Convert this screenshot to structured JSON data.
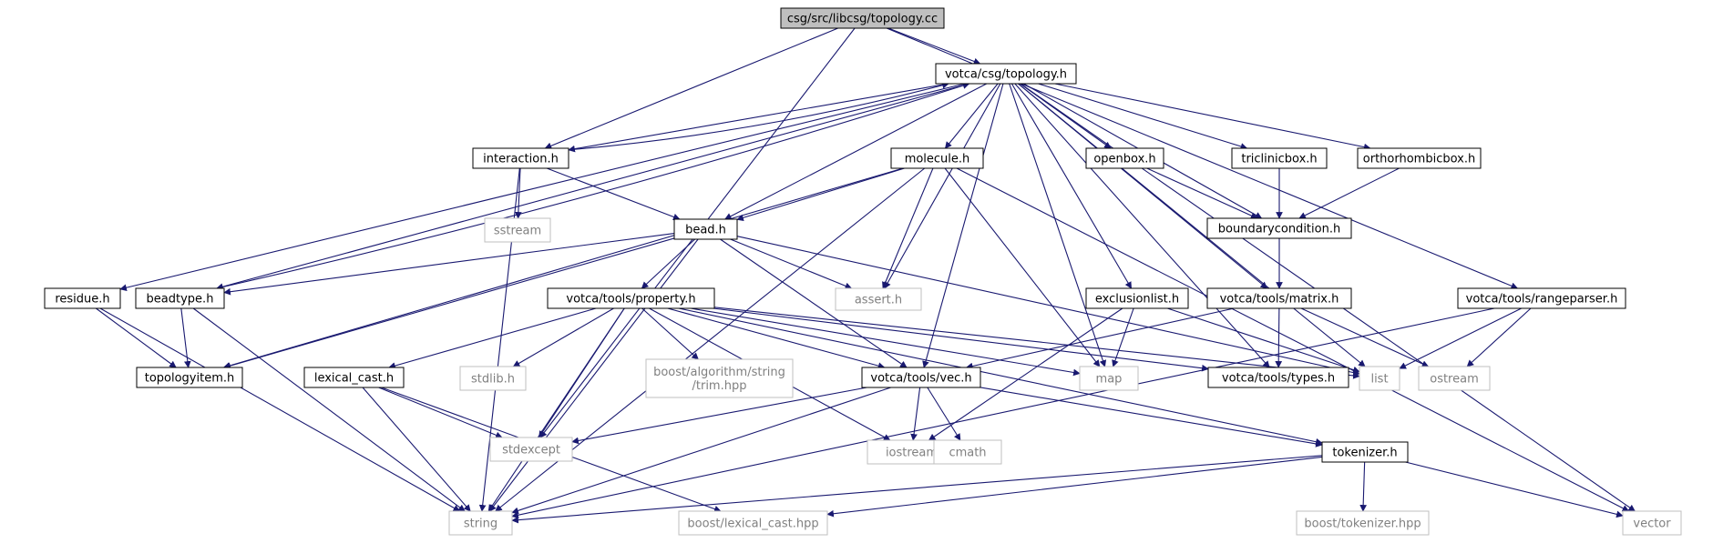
{
  "diagram": {
    "nodes": [
      {
        "id": "root",
        "label": "csg/src/libcsg/topology.cc",
        "style": "root"
      },
      {
        "id": "topology",
        "label": "votca/csg/topology.h",
        "style": "doc"
      },
      {
        "id": "interaction",
        "label": "interaction.h",
        "style": "doc"
      },
      {
        "id": "molecule",
        "label": "molecule.h",
        "style": "doc"
      },
      {
        "id": "openbox",
        "label": "openbox.h",
        "style": "doc"
      },
      {
        "id": "triclinicbox",
        "label": "triclinicbox.h",
        "style": "doc"
      },
      {
        "id": "orthorhombicbox",
        "label": "orthorhombicbox.h",
        "style": "doc"
      },
      {
        "id": "sstream",
        "label": "sstream",
        "style": "ext"
      },
      {
        "id": "bead",
        "label": "bead.h",
        "style": "doc"
      },
      {
        "id": "boundarycondition",
        "label": "boundarycondition.h",
        "style": "doc"
      },
      {
        "id": "residue",
        "label": "residue.h",
        "style": "doc"
      },
      {
        "id": "beadtype",
        "label": "beadtype.h",
        "style": "doc"
      },
      {
        "id": "property",
        "label": "votca/tools/property.h",
        "style": "doc"
      },
      {
        "id": "assert",
        "label": "assert.h",
        "style": "ext"
      },
      {
        "id": "exclusionlist",
        "label": "exclusionlist.h",
        "style": "doc"
      },
      {
        "id": "matrix",
        "label": "votca/tools/matrix.h",
        "style": "doc"
      },
      {
        "id": "rangeparser",
        "label": "votca/tools/rangeparser.h",
        "style": "doc"
      },
      {
        "id": "topologyitem",
        "label": "topologyitem.h",
        "style": "doc"
      },
      {
        "id": "lexical_cast",
        "label": "lexical_cast.h",
        "style": "doc"
      },
      {
        "id": "stdlib",
        "label": "stdlib.h",
        "style": "ext"
      },
      {
        "id": "trim",
        "label": "boost/algorithm/string\n/trim.hpp",
        "style": "ext"
      },
      {
        "id": "vec",
        "label": "votca/tools/vec.h",
        "style": "doc"
      },
      {
        "id": "map",
        "label": "map",
        "style": "ext"
      },
      {
        "id": "types",
        "label": "votca/tools/types.h",
        "style": "doc"
      },
      {
        "id": "list",
        "label": "list",
        "style": "ext"
      },
      {
        "id": "ostream",
        "label": "ostream",
        "style": "ext"
      },
      {
        "id": "stdexcept",
        "label": "stdexcept",
        "style": "ext"
      },
      {
        "id": "iostream",
        "label": "iostream",
        "style": "ext"
      },
      {
        "id": "cmath",
        "label": "cmath",
        "style": "ext"
      },
      {
        "id": "tokenizer",
        "label": "tokenizer.h",
        "style": "doc"
      },
      {
        "id": "string",
        "label": "string",
        "style": "ext"
      },
      {
        "id": "lexical_cast_hpp",
        "label": "boost/lexical_cast.hpp",
        "style": "ext"
      },
      {
        "id": "tokenizer_hpp",
        "label": "boost/tokenizer.hpp",
        "style": "ext"
      },
      {
        "id": "vector",
        "label": "vector",
        "style": "ext"
      }
    ],
    "edges": [
      [
        "root",
        "topology"
      ],
      [
        "root",
        "interaction"
      ],
      [
        "root",
        "stdexcept"
      ],
      [
        "root",
        "rangeparser"
      ],
      [
        "topology",
        "interaction"
      ],
      [
        "topology",
        "molecule"
      ],
      [
        "topology",
        "openbox"
      ],
      [
        "topology",
        "triclinicbox"
      ],
      [
        "topology",
        "orthorhombicbox"
      ],
      [
        "topology",
        "boundarycondition"
      ],
      [
        "topology",
        "bead"
      ],
      [
        "topology",
        "beadtype"
      ],
      [
        "topology",
        "residue"
      ],
      [
        "topology",
        "assert"
      ],
      [
        "topology",
        "exclusionlist"
      ],
      [
        "topology",
        "matrix"
      ],
      [
        "topology",
        "map"
      ],
      [
        "topology",
        "vec"
      ],
      [
        "topology",
        "types"
      ],
      [
        "topology",
        "list"
      ],
      [
        "topology",
        "vector"
      ],
      [
        "interaction",
        "topology"
      ],
      [
        "interaction",
        "sstream"
      ],
      [
        "interaction",
        "bead"
      ],
      [
        "interaction",
        "string"
      ],
      [
        "molecule",
        "bead"
      ],
      [
        "molecule",
        "topologyitem"
      ],
      [
        "molecule",
        "assert"
      ],
      [
        "molecule",
        "map"
      ],
      [
        "molecule",
        "string"
      ],
      [
        "molecule",
        "vector"
      ],
      [
        "openbox",
        "boundarycondition"
      ],
      [
        "triclinicbox",
        "boundarycondition"
      ],
      [
        "orthorhombicbox",
        "boundarycondition"
      ],
      [
        "boundarycondition",
        "matrix"
      ],
      [
        "bead",
        "topologyitem"
      ],
      [
        "bead",
        "beadtype"
      ],
      [
        "bead",
        "property"
      ],
      [
        "bead",
        "assert"
      ],
      [
        "bead",
        "vec"
      ],
      [
        "bead",
        "string"
      ],
      [
        "bead",
        "list"
      ],
      [
        "beadtype",
        "topology"
      ],
      [
        "beadtype",
        "topologyitem"
      ],
      [
        "beadtype",
        "string"
      ],
      [
        "residue",
        "topologyitem"
      ],
      [
        "residue",
        "string"
      ],
      [
        "property",
        "lexical_cast"
      ],
      [
        "property",
        "stdlib"
      ],
      [
        "property",
        "trim"
      ],
      [
        "property",
        "stdexcept"
      ],
      [
        "property",
        "string"
      ],
      [
        "property",
        "iostream"
      ],
      [
        "property",
        "vec"
      ],
      [
        "property",
        "map"
      ],
      [
        "property",
        "types"
      ],
      [
        "property",
        "tokenizer"
      ],
      [
        "property",
        "list"
      ],
      [
        "exclusionlist",
        "map"
      ],
      [
        "exclusionlist",
        "list"
      ],
      [
        "exclusionlist",
        "iostream"
      ],
      [
        "matrix",
        "vec"
      ],
      [
        "matrix",
        "types"
      ],
      [
        "matrix",
        "ostream"
      ],
      [
        "rangeparser",
        "list"
      ],
      [
        "rangeparser",
        "ostream"
      ],
      [
        "rangeparser",
        "string"
      ],
      [
        "lexical_cast",
        "stdexcept"
      ],
      [
        "lexical_cast",
        "string"
      ],
      [
        "lexical_cast",
        "lexical_cast_hpp"
      ],
      [
        "vec",
        "iostream"
      ],
      [
        "vec",
        "cmath"
      ],
      [
        "vec",
        "stdexcept"
      ],
      [
        "vec",
        "tokenizer"
      ],
      [
        "vec",
        "string"
      ],
      [
        "tokenizer",
        "string"
      ],
      [
        "tokenizer",
        "lexical_cast_hpp"
      ],
      [
        "tokenizer",
        "tokenizer_hpp"
      ],
      [
        "tokenizer",
        "vector"
      ]
    ],
    "colors": {
      "edge": "#191970",
      "root_fill": "#bfbfbf",
      "doc_border": "#000000",
      "ext_border": "#bfbfbf",
      "ext_text": "#808080",
      "text": "#000000"
    }
  }
}
